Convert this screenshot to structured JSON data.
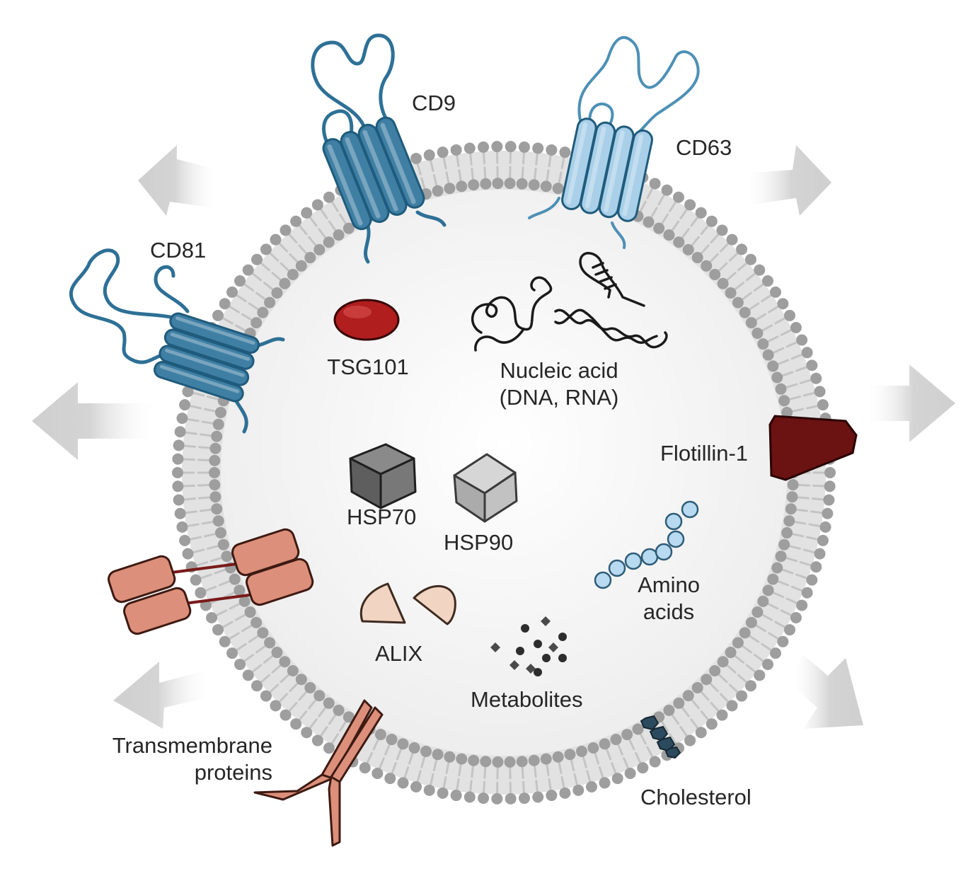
{
  "labels": {
    "cd9": "CD9",
    "cd63": "CD63",
    "cd81": "CD81",
    "tsg101": "TSG101",
    "nucleic_line1": "Nucleic acid",
    "nucleic_line2": "(DNA, RNA)",
    "flotillin": "Flotillin-1",
    "hsp70": "HSP70",
    "hsp90": "HSP90",
    "amino_line1": "Amino",
    "amino_line2": "acids",
    "alix": "ALIX",
    "metabolites": "Metabolites",
    "transmembrane_line1": "Transmembrane",
    "transmembrane_line2": "proteins",
    "cholesterol": "Cholesterol"
  },
  "colors": {
    "membrane_head": "#9e9e9e",
    "membrane_tail": "#c4c4c4",
    "interior": "#f4f4f4",
    "arrow": "#d6d6d6",
    "tetraspanin_dark": "#3f7fa4",
    "tetraspanin_light": "#a9d0e8",
    "tetraspanin_line": "#1f5b7c",
    "tsg101": "#b42424",
    "flotillin": "#6e1414",
    "hsp70": "#6d6d6d",
    "hsp90": "#b3b3b3",
    "alix": "#f0d2c0",
    "amino": "#b8daf0",
    "transmembrane": "#d9907a",
    "cholesterol": "#2c4a5e",
    "metabolite": "#2d2d2d"
  }
}
